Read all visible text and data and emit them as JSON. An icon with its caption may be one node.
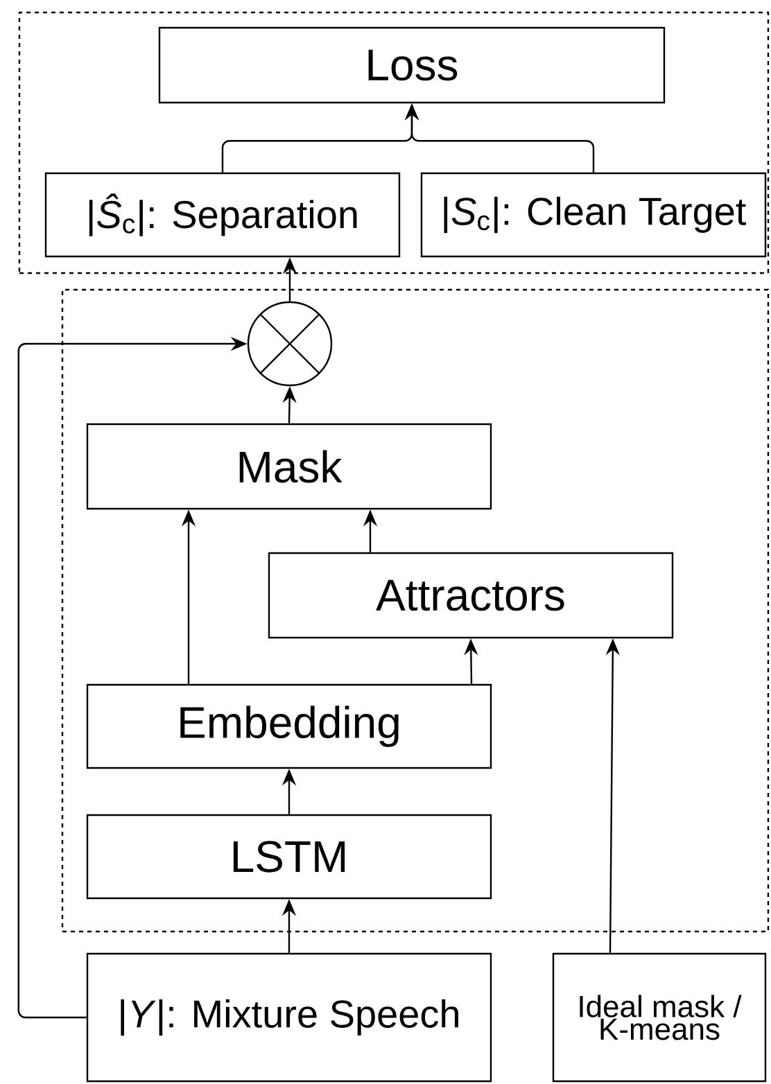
{
  "diagram": {
    "nodes": [
      {
        "text": [],
        "shape": "box"
      },
      {
        "text": [
          "Loss"
        ],
        "in": 0
      },
      {
        "text": [
          "|*Ŝ*$_{c}$|: Separation"
        ],
        "in": 0
      },
      {
        "text": [
          "|*S*$_{c}$|: Clean Target"
        ],
        "in": 0
      },
      {
        "text": [],
        "shape": "box"
      },
      {
        "text": [],
        "shape": "circle",
        "in": 4
      },
      {
        "text": [
          "Mask"
        ],
        "in": 4
      },
      {
        "text": [
          "Attractors"
        ],
        "in": 4
      },
      {
        "text": [
          "Embedding"
        ],
        "in": 4
      },
      {
        "text": [
          "LSTM"
        ],
        "in": 4
      },
      {
        "text": [
          "|*Y*|: Mixture Speech"
        ]
      },
      {
        "text": [
          "Ideal mask / K-means"
        ]
      }
    ],
    "edges": [
      {
        "from": 2,
        "to": 1,
        "arrow": "to"
      },
      {
        "from": 3,
        "to": 1,
        "arrow": "to"
      },
      {
        "from": 5,
        "to": 2,
        "arrow": "to"
      },
      {
        "from": 10,
        "to": 5,
        "arrow": "to"
      },
      {
        "from": 6,
        "to": 5,
        "arrow": "to"
      },
      {
        "from": 8,
        "to": 6,
        "arrow": "to"
      },
      {
        "from": 7,
        "to": 6,
        "arrow": "to"
      },
      {
        "from": 8,
        "to": 7,
        "arrow": "to"
      },
      {
        "from": 11,
        "to": 7,
        "arrow": "to"
      },
      {
        "from": 9,
        "to": 8,
        "arrow": "to"
      },
      {
        "from": 10,
        "to": 9,
        "arrow": "to"
      }
    ]
  }
}
